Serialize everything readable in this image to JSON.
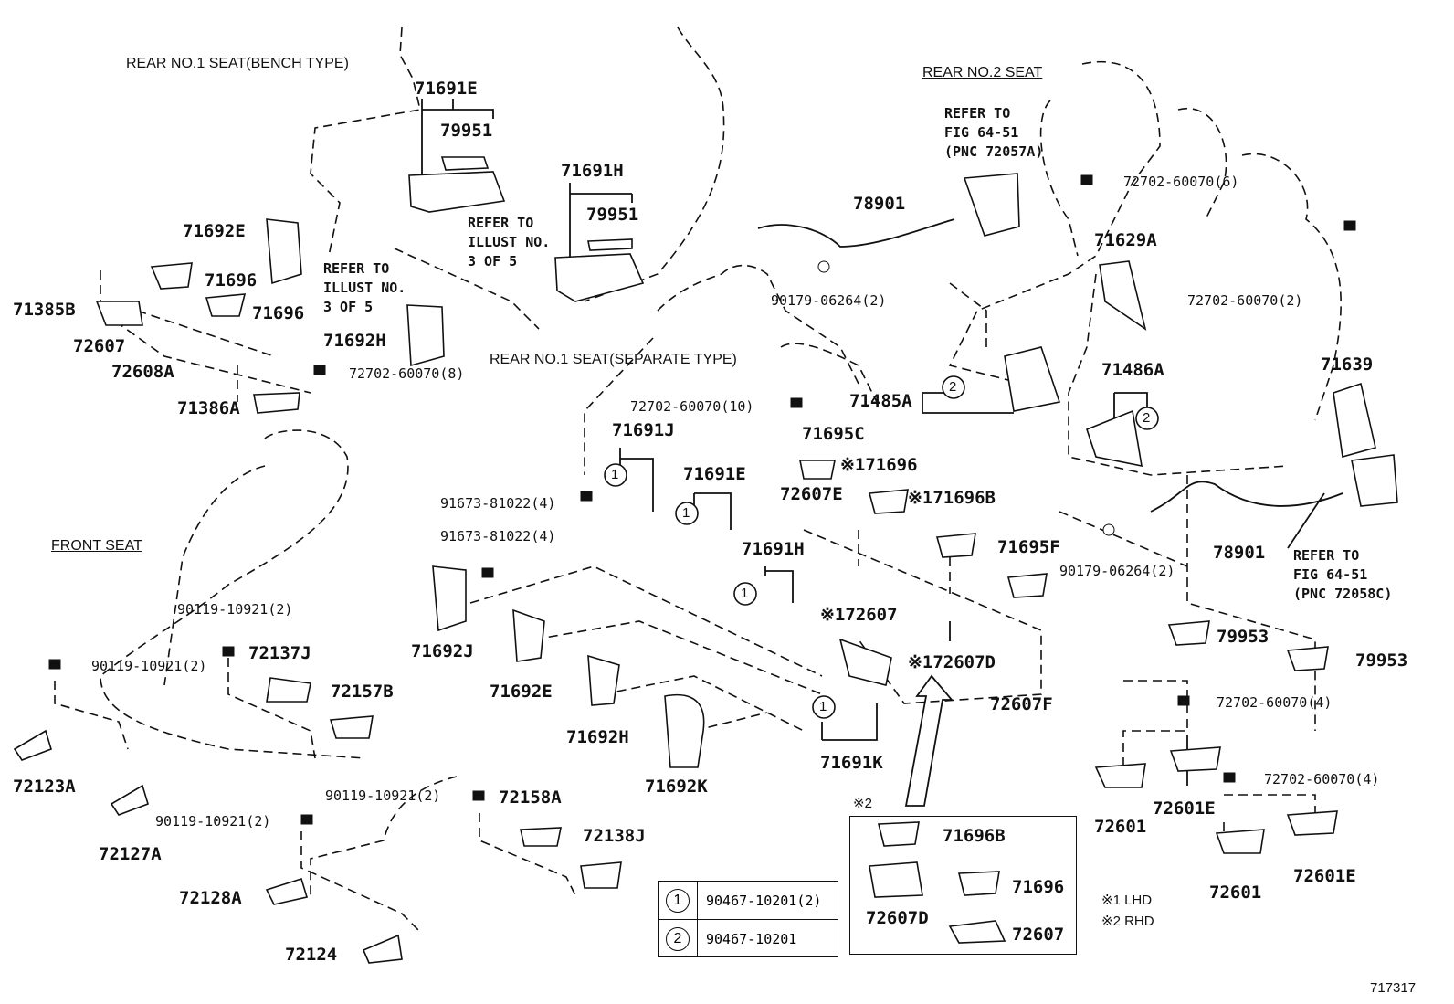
{
  "sections": {
    "rear_no1_bench": "REAR NO.1 SEAT(BENCH TYPE)",
    "rear_no1_separate": "REAR NO.1 SEAT(SEPARATE TYPE)",
    "rear_no2": "REAR  NO.2 SEAT",
    "front": "FRONT  SEAT"
  },
  "refs": {
    "illust_a": "REFER TO\nILLUST NO.\n3 OF 5",
    "illust_b": "REFER TO\nILLUST NO.\n3 OF 5",
    "fig_a": "REFER TO\nFIG 64-51\n(PNC 72057A)",
    "fig_b": "REFER TO\nFIG 64-51\n(PNC 72058C)"
  },
  "parts": {
    "p71691E_a": "71691E",
    "p79951_a": "79951",
    "p71691H_a": "71691H",
    "p79951_b": "79951",
    "p71692E_a": "71692E",
    "p71696_a": "71696",
    "p71696_b": "71696",
    "p71385B": "71385B",
    "p72607_a": "72607",
    "p72608A": "72608A",
    "p71692H_a": "71692H",
    "p71386A": "71386A",
    "p78901_a": "78901",
    "p71629A": "71629A",
    "p71485A": "71485A",
    "p71486A": "71486A",
    "p71639": "71639",
    "p71691J": "71691J",
    "p71691E_b": "71691E",
    "p71695C": "71695C",
    "p71696_lhd": "※171696",
    "p72607E": "72607E",
    "p71696B_lhd": "※171696B",
    "p71691H_b": "71691H",
    "p72607_lhd": "※172607",
    "p72607D_lhd": "※172607D",
    "p71695F": "71695F",
    "p72607F": "72607F",
    "p78901_b": "78901",
    "p71692J": "71692J",
    "p71692E_b": "71692E",
    "p71692H_b": "71692H",
    "p71692K": "71692K",
    "p71691K": "71691K",
    "p72137J": "72137J",
    "p72157B": "72157B",
    "p72123A": "72123A",
    "p72127A": "72127A",
    "p72158A": "72158A",
    "p72138J": "72138J",
    "p72128A": "72128A",
    "p72124": "72124",
    "p79953_a": "79953",
    "p79953_b": "79953",
    "p72601_a": "72601",
    "p72601E_a": "72601E",
    "p72601_b": "72601",
    "p72601E_b": "72601E",
    "p71696B_box": "71696B",
    "p71696_box": "71696",
    "p72607D_box": "72607D",
    "p72607_box": "72607"
  },
  "fasteners": {
    "f_8": "72702-60070(8)",
    "f_10": "72702-60070(10)",
    "f_6": "72702-60070(6)",
    "f_2": "72702-60070(2)",
    "f_4a": "72702-60070(4)",
    "f_4b": "72702-60070(4)",
    "n_06264_a": "90179-06264(2)",
    "n_06264_b": "90179-06264(2)",
    "c_81022_a": "91673-81022(4)",
    "c_81022_b": "91673-81022(4)",
    "b_10921_a": "90119-10921(2)",
    "b_10921_b": "90119-10921(2)",
    "b_10921_c": "90119-10921(2)",
    "b_10921_d": "90119-10921(2)"
  },
  "legend": [
    {
      "num": "1",
      "part": "90467-10201(2)"
    },
    {
      "num": "2",
      "part": "90467-10201"
    }
  ],
  "notes": {
    "rhd_marker": "※2",
    "lhd": "※1 LHD",
    "rhd": "※2 RHD",
    "diagram_id": "717317"
  },
  "callouts": {
    "c1": "1",
    "c2": "2"
  }
}
